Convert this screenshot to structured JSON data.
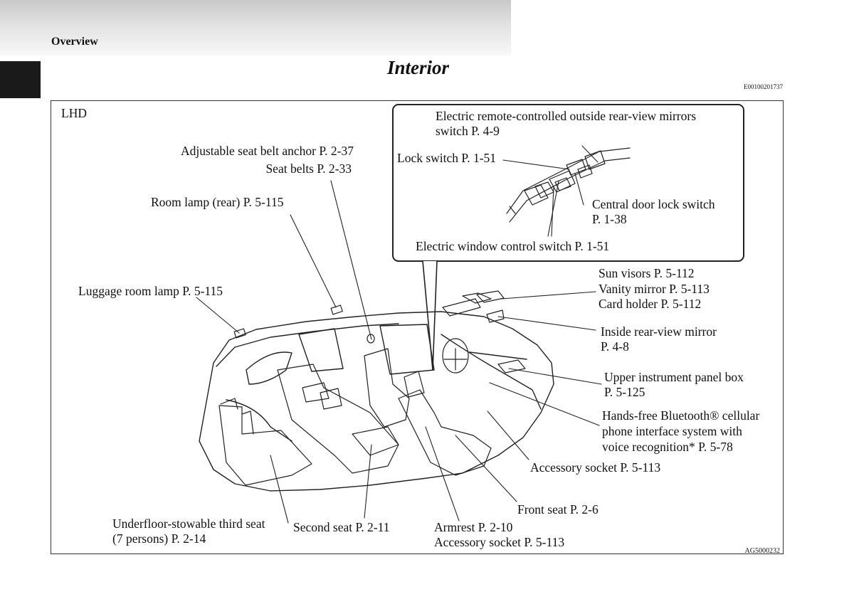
{
  "header": {
    "section": "Overview",
    "title": "Interior",
    "ref_code": "E00100201737"
  },
  "diagram": {
    "steering_label": "LHD",
    "figure_code": "AG5000232",
    "callouts": {
      "mirror_switch": [
        "Electric remote-controlled outside rear-view mirrors",
        "switch P. 4-9"
      ],
      "lock_switch": "Lock switch P. 1-51",
      "central_lock": [
        "Central door lock switch",
        "P. 1-38"
      ],
      "window_switch": "Electric window control switch P. 1-51",
      "seat_belt_anchor": "Adjustable seat belt anchor P. 2-37",
      "seat_belts": "Seat belts P. 2-33",
      "room_lamp": "Room lamp (rear) P. 5-115",
      "luggage_lamp": "Luggage room lamp P. 5-115",
      "sun_visors": [
        "Sun visors P. 5-112",
        "Vanity mirror P. 5-113",
        "Card holder P. 5-112"
      ],
      "inside_mirror": [
        "Inside rear-view mirror",
        "P. 4-8"
      ],
      "upper_box": [
        "Upper instrument panel box",
        "P. 5-125"
      ],
      "bluetooth": [
        "Hands-free Bluetooth® cellular",
        "phone interface system with",
        "voice recognition* P. 5-78"
      ],
      "accessory_socket_front": "Accessory socket P. 5-113",
      "front_seat": "Front seat P. 2-6",
      "third_seat": [
        "Underfloor-stowable third seat",
        "(7 persons) P. 2-14"
      ],
      "second_seat": "Second seat P. 2-11",
      "armrest": [
        "Armrest P. 2-10",
        "Accessory socket P. 5-113"
      ]
    }
  }
}
